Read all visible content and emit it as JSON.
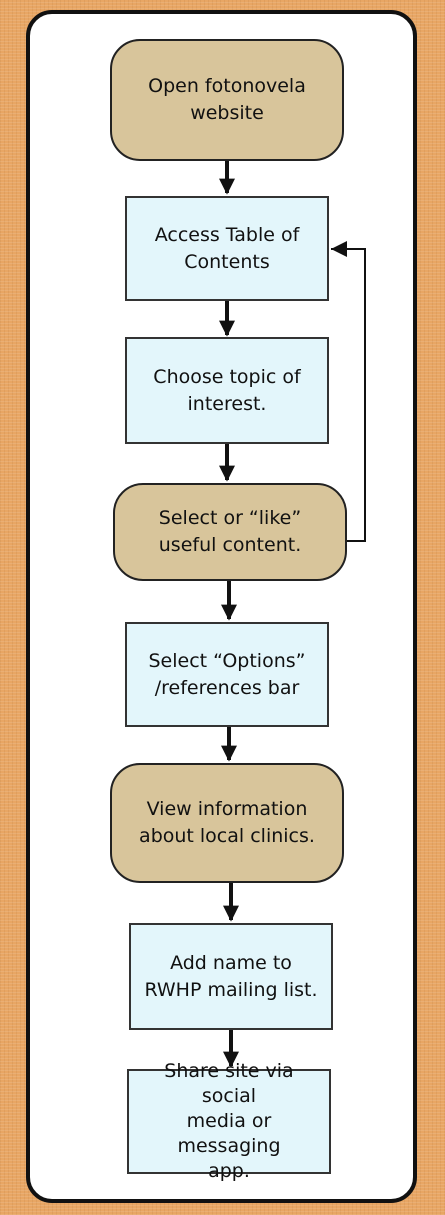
{
  "diagram": {
    "steps": [
      {
        "id": "s1",
        "shape": "terminal",
        "label": "Open fotonovela\nwebsite"
      },
      {
        "id": "s2",
        "shape": "process",
        "label": "Access Table of\nContents"
      },
      {
        "id": "s3",
        "shape": "process",
        "label": "Choose topic of\ninterest."
      },
      {
        "id": "s4",
        "shape": "terminal",
        "label": "Select or “like”\nuseful content."
      },
      {
        "id": "s5",
        "shape": "process",
        "label": "Select “Options”\n/references bar"
      },
      {
        "id": "s6",
        "shape": "terminal",
        "label": "View information\nabout local clinics."
      },
      {
        "id": "s7",
        "shape": "process",
        "label": "Add name to\nRWHP mailing list."
      },
      {
        "id": "s8",
        "shape": "process",
        "label": "Share site via social\nmedia or messaging\napp."
      }
    ],
    "connections": [
      {
        "from": "s1",
        "to": "s2"
      },
      {
        "from": "s2",
        "to": "s3"
      },
      {
        "from": "s3",
        "to": "s4"
      },
      {
        "from": "s4",
        "to": "s5"
      },
      {
        "from": "s5",
        "to": "s6"
      },
      {
        "from": "s6",
        "to": "s7"
      },
      {
        "from": "s7",
        "to": "s8"
      },
      {
        "from": "s4",
        "to": "s2",
        "kind": "loop-back"
      }
    ]
  },
  "colors": {
    "background": "#e8a664",
    "panel": "#ffffff",
    "terminal_fill": "#d8c59b",
    "process_fill": "#e3f6fb",
    "stroke": "#111111"
  }
}
